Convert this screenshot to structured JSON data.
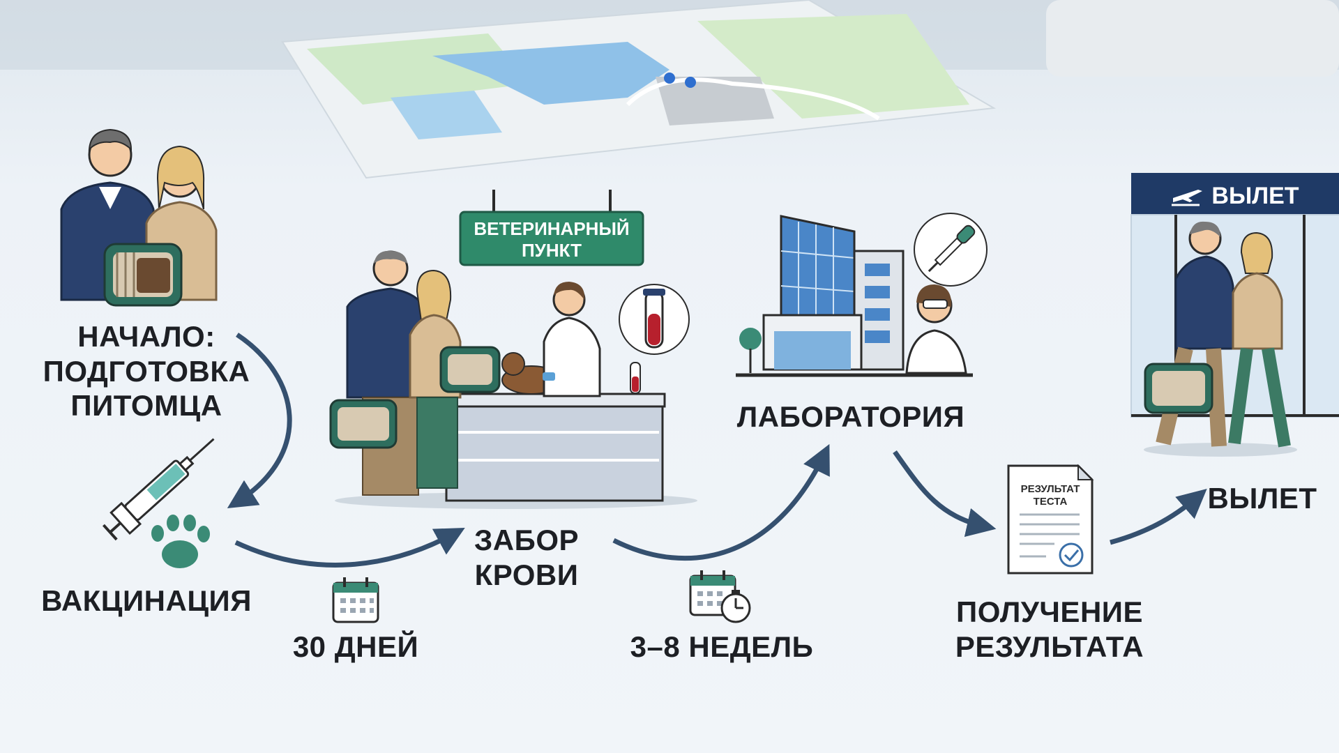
{
  "steps": {
    "start": {
      "lines": [
        "НАЧАЛО:",
        "ПОДГОТОВКА",
        "ПИТОМЦА"
      ]
    },
    "vaccination": {
      "label": "ВАКЦИНАЦИЯ"
    },
    "wait1": {
      "label": "30 ДНЕЙ"
    },
    "blood": {
      "lines": [
        "ЗАБОР",
        "КРОВИ"
      ]
    },
    "wait2": {
      "label": "3–8 НЕДЕЛЬ"
    },
    "lab": {
      "label": "ЛАБОРАТОРИЯ"
    },
    "result": {
      "lines": [
        "ПОЛУЧЕНИЕ",
        "РЕЗУЛЬТАТА"
      ]
    },
    "departure": {
      "label": "ВЫЛЕТ"
    }
  },
  "vet_sign": {
    "lines": [
      "ВЕТЕРИНАРНЫЙ",
      "ПУНКТ"
    ]
  },
  "document": {
    "lines": [
      "РЕЗУЛЬТАТ",
      "ТЕСТА"
    ]
  },
  "departure_sign": {
    "label": "ВЫЛЕТ"
  },
  "colors": {
    "arrow": "#35506f",
    "teal": "#2e7d6b",
    "navy": "#1f3a66",
    "sign_green": "#2f8a6a",
    "text": "#1d1f24"
  },
  "icons": [
    "airport-map-icon",
    "syringe-icon",
    "paw-icon",
    "calendar-icon",
    "stopwatch-icon",
    "test-tube-icon",
    "pipette-icon",
    "building-icon",
    "document-icon",
    "plane-icon",
    "pet-carrier-icon"
  ]
}
